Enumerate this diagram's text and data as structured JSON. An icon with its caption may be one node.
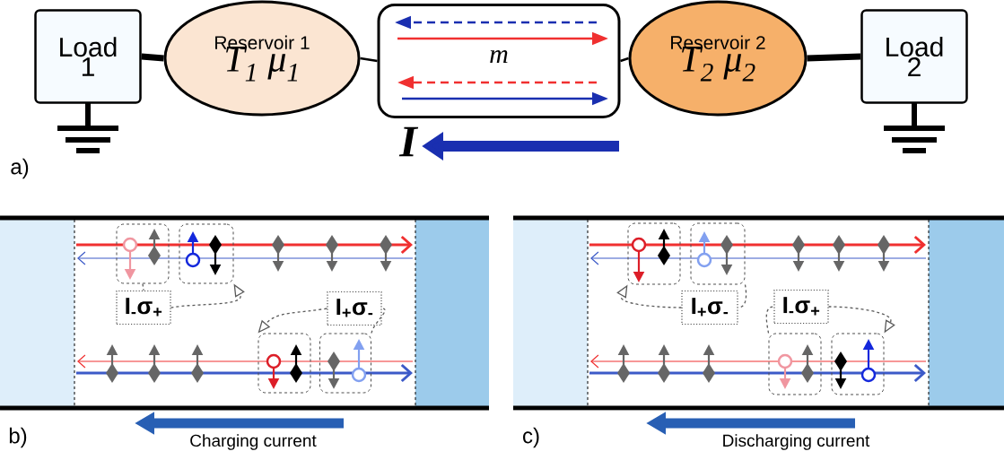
{
  "diagram": {
    "nodes": [
      {
        "text": [
          "Load 1"
        ]
      },
      {
        "text": [
          "Reservoir 1",
          "T$_{1}$ μ$_{1}$"
        ]
      },
      {
        "text": [
          "m"
        ]
      },
      {
        "text": [
          "Reservoir 2",
          "T$_{2}$ μ$_{2}$"
        ]
      },
      {
        "text": [
          "Load 2"
        ]
      },
      {
        "text": [],
        "shape": "box"
      },
      {
        "text": [],
        "shape": "box"
      },
      {
        "text": [
          "I$_{-}$σ$_{+}$"
        ]
      },
      {
        "text": [
          "I$_{+}$σ$_{-}$"
        ]
      },
      {
        "text": [],
        "shape": "box"
      },
      {
        "text": [],
        "shape": "box"
      },
      {
        "text": [],
        "shape": "box"
      },
      {
        "text": [],
        "shape": "box"
      },
      {
        "text": [
          "I$_{+}$σ$_{-}$"
        ]
      },
      {
        "text": [
          "I$_{-}$σ$_{+}$"
        ]
      },
      {
        "text": [],
        "shape": "box"
      },
      {
        "text": [],
        "shape": "box"
      }
    ],
    "edges": [
      {
        "from": 0,
        "to": 1,
        "arrow": "none",
        "style": "thick"
      },
      {
        "from": 1,
        "to": 2,
        "arrow": "none"
      },
      {
        "from": 2,
        "to": 3,
        "arrow": "none"
      },
      {
        "from": 3,
        "to": 4,
        "arrow": "none",
        "style": "thick"
      },
      {
        "from": 5,
        "to": 7,
        "arrow": "none",
        "style": "dashed"
      },
      {
        "from": 7,
        "to": 6,
        "arrow": "to",
        "style": "dashed"
      },
      {
        "from": 10,
        "to": 8,
        "arrow": "none",
        "style": "dashed"
      },
      {
        "from": 8,
        "to": 9,
        "arrow": "to",
        "style": "dashed"
      },
      {
        "from": 12,
        "to": 13,
        "arrow": "none",
        "style": "dashed"
      },
      {
        "from": 13,
        "to": 11,
        "arrow": "to",
        "style": "dashed"
      },
      {
        "from": 15,
        "to": 14,
        "arrow": "none",
        "style": "dashed"
      },
      {
        "from": 14,
        "to": 16,
        "arrow": "to",
        "style": "dashed"
      }
    ],
    "labels": [
      "I",
      "a)",
      "b)",
      "Charging current",
      "c)",
      "Discharging current"
    ]
  }
}
